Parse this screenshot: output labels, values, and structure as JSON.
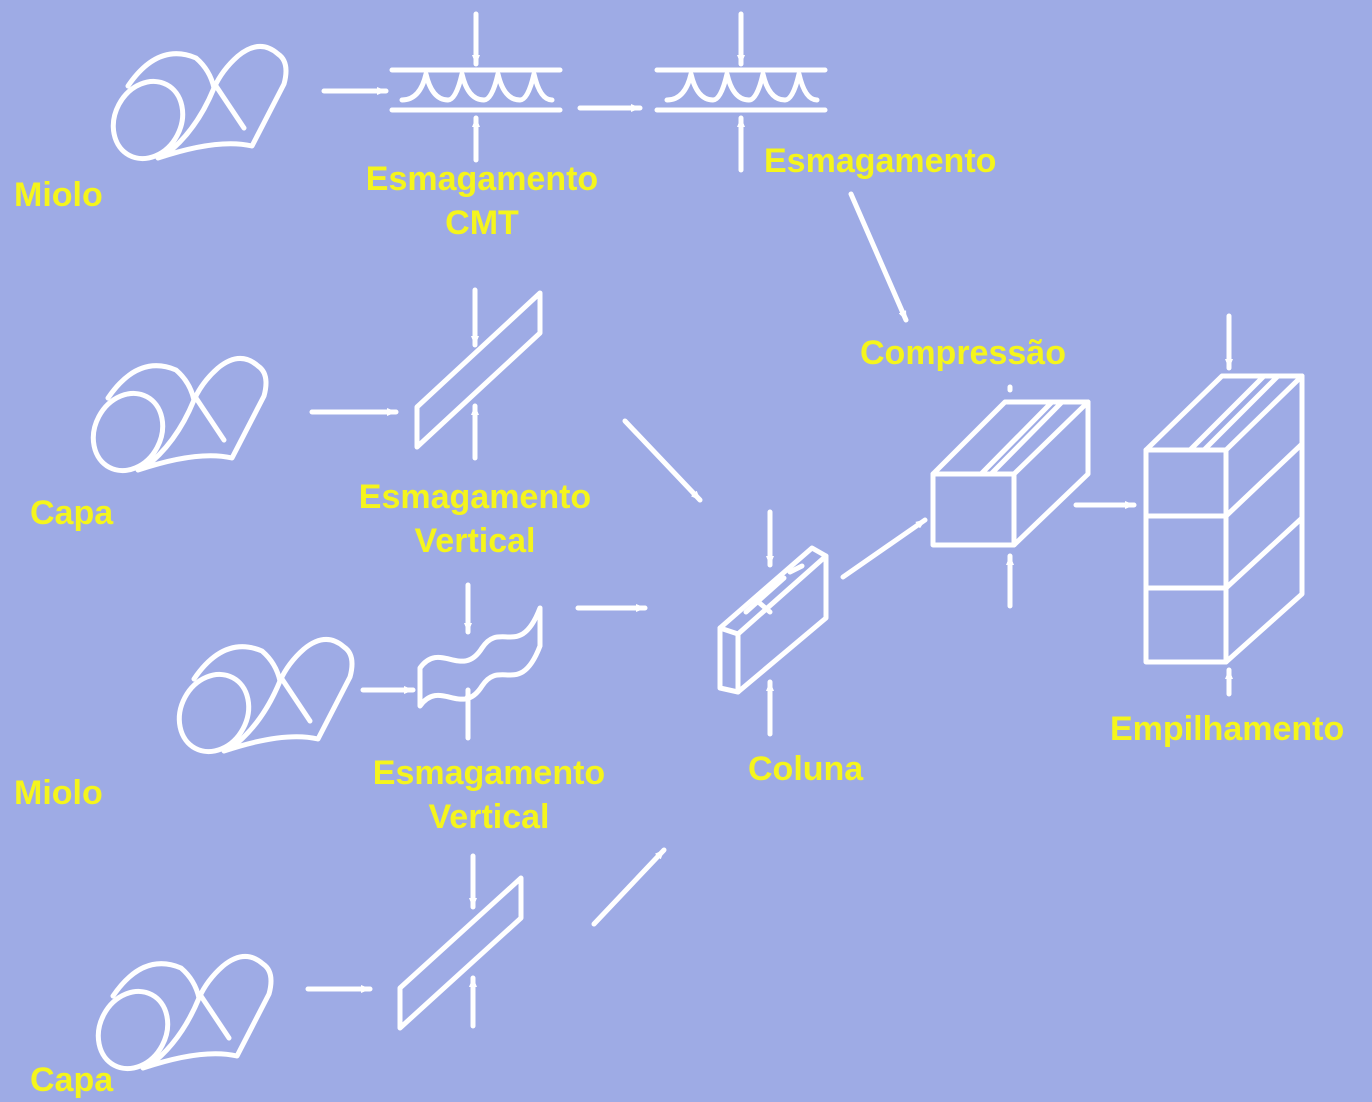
{
  "colors": {
    "background": "#9eabe5",
    "lines": "#ffffff",
    "text": "#f5f51c"
  },
  "labels": {
    "miolo_top": "Miolo",
    "capa_1": "Capa",
    "miolo_bottom": "Miolo",
    "capa_2": "Capa",
    "cmt_1": "Esmagamento",
    "cmt_2": "CMT",
    "flat_crush": "Esmagamento",
    "ect1_1": "Esmagamento",
    "ect1_2": "Vertical",
    "ect2_1": "Esmagamento",
    "ect2_2": "Vertical",
    "column": "Coluna",
    "compression": "Compressão",
    "stacking": "Empilhamento"
  }
}
